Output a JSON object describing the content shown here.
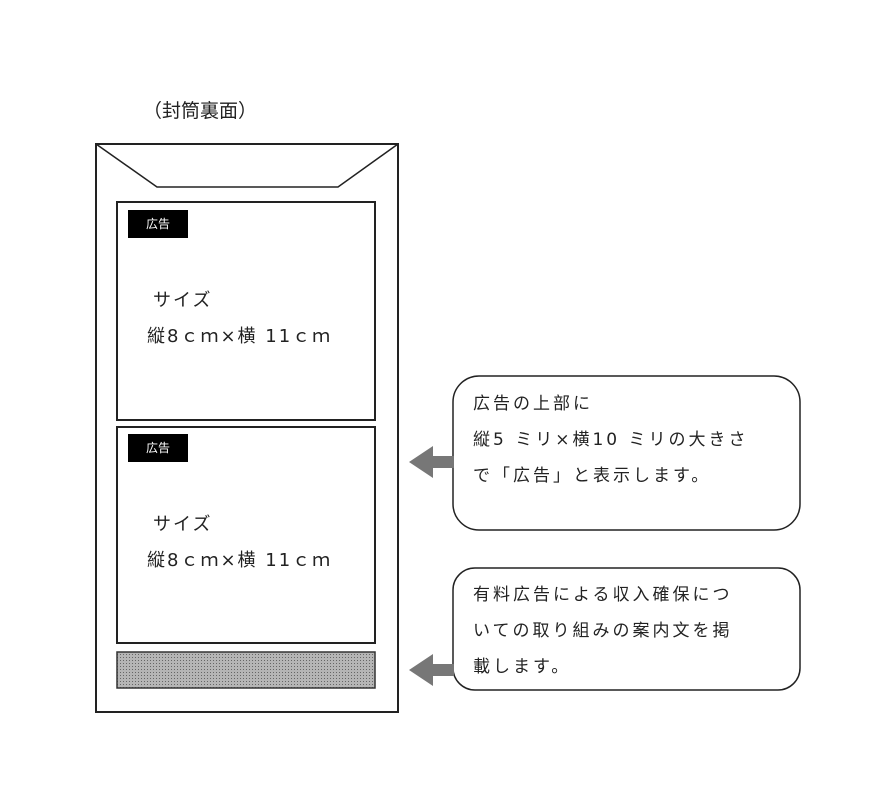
{
  "title": "（封筒裏面）",
  "ads": [
    {
      "label": "広告",
      "line1": "サイズ",
      "line2": "縦8ｃｍ×横 11ｃｍ"
    },
    {
      "label": "広告",
      "line1": "サイズ",
      "line2": "縦8ｃｍ×横 11ｃｍ"
    }
  ],
  "callouts": [
    {
      "lines": [
        "広告の上部に",
        "縦5 ミリ×横10 ミリの大きさ",
        "で「広告」と表示します。"
      ]
    },
    {
      "lines": [
        "有料広告による収入確保につ",
        "いての取り組みの案内文を掲",
        "載します。"
      ]
    }
  ],
  "colors": {
    "arrow": "#777777",
    "hatch": "#9a9a9a",
    "label_bg": "#000000"
  }
}
